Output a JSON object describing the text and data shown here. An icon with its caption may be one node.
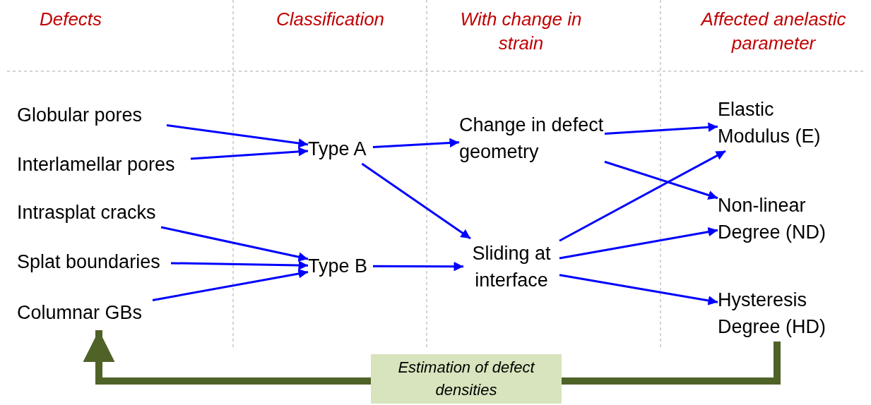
{
  "diagram": {
    "nodes": [
      {
        "text": [
          "Globular pores"
        ]
      },
      {
        "text": [
          "Interlamellar pores"
        ]
      },
      {
        "text": [
          "Intrasplat cracks"
        ]
      },
      {
        "text": [
          "Splat boundaries"
        ]
      },
      {
        "text": [
          "Columnar GBs"
        ]
      },
      {
        "text": [
          "Type A"
        ]
      },
      {
        "text": [
          "Type B"
        ]
      },
      {
        "text": [
          "Change in defect geometry"
        ]
      },
      {
        "text": [
          "Sliding at interface"
        ]
      },
      {
        "text": [
          "Elastic Modulus (E)"
        ]
      },
      {
        "text": [
          "Non-linear Degree (ND)"
        ]
      },
      {
        "text": [
          "Hysteresis Degree (HD)"
        ]
      },
      {
        "text": [
          "Estimation of defect densities"
        ]
      }
    ],
    "edges": [
      {
        "from": 0,
        "to": 5,
        "arrow": "to"
      },
      {
        "from": 1,
        "to": 5,
        "arrow": "to"
      },
      {
        "from": 2,
        "to": 6,
        "arrow": "to"
      },
      {
        "from": 3,
        "to": 6,
        "arrow": "to"
      },
      {
        "from": 4,
        "to": 6,
        "arrow": "to"
      },
      {
        "from": 5,
        "to": 7,
        "arrow": "to"
      },
      {
        "from": 5,
        "to": 8,
        "arrow": "to"
      },
      {
        "from": 6,
        "to": 8,
        "arrow": "to"
      },
      {
        "from": 7,
        "to": 9,
        "arrow": "to"
      },
      {
        "from": 7,
        "to": 10,
        "arrow": "to"
      },
      {
        "from": 8,
        "to": 9,
        "arrow": "to"
      },
      {
        "from": 8,
        "to": 10,
        "arrow": "to"
      },
      {
        "from": 8,
        "to": 11,
        "arrow": "to"
      },
      {
        "from": 11,
        "to": 12,
        "arrow": "none",
        "style": "thick",
        "color": "#4f6228"
      },
      {
        "from": 12,
        "to": 4,
        "arrow": "to",
        "style": "thick",
        "color": "#4f6228"
      }
    ],
    "labels": [
      "Defects",
      "Classification",
      "With change in strain",
      "Affected anelastic parameter"
    ]
  }
}
